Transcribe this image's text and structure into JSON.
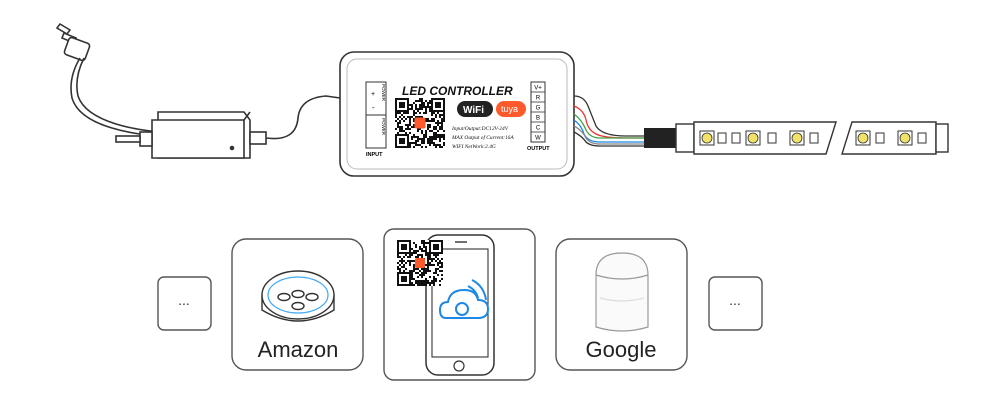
{
  "controller": {
    "title": "LED CONTROLLER",
    "wifi_label": "WiFi",
    "brand_badge": "tuya",
    "spec_input": "Input/Output:DC12V-24V",
    "spec_current": "MAX Output of Current:16A",
    "spec_network": "WIFI NetWork:2.4G",
    "input_label": "INPUT",
    "output_label": "OUTPUT",
    "power_label": "POWER",
    "plus": "+",
    "minus": "-",
    "output_pins": [
      "V+",
      "R",
      "G",
      "B",
      "C",
      "W"
    ]
  },
  "cards": {
    "left_more": "...",
    "amazon": "Amazon",
    "google": "Google",
    "right_more": "..."
  },
  "colors": {
    "line": "#3a3a3a",
    "accent_blue": "#1e88e5",
    "brand_orange": "#ff5a2b",
    "led_yellow": "#f2e26a"
  }
}
